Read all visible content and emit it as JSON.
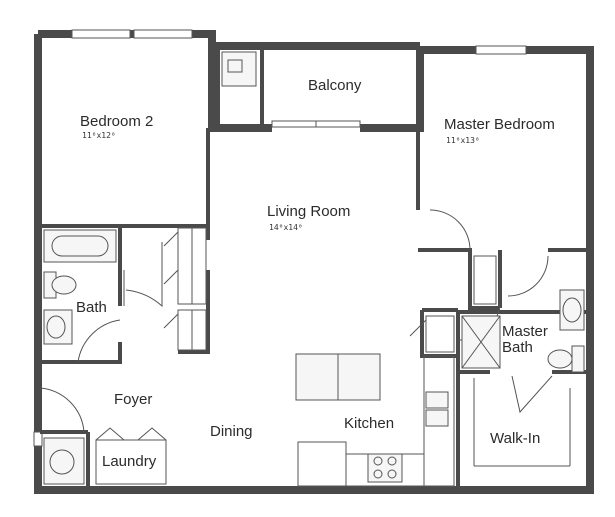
{
  "rooms": {
    "bedroom2": {
      "name": "Bedroom 2",
      "dims": "11⁶x12⁸"
    },
    "balcony": {
      "name": "Balcony"
    },
    "master_bedroom": {
      "name": "Master Bedroom",
      "dims": "11⁰x13⁸"
    },
    "living_room": {
      "name": "Living Room",
      "dims": "14⁰x14⁰"
    },
    "bath": {
      "name": "Bath"
    },
    "master_bath": {
      "name_line1": "Master",
      "name_line2": "Bath"
    },
    "foyer": {
      "name": "Foyer"
    },
    "dining": {
      "name": "Dining"
    },
    "kitchen": {
      "name": "Kitchen"
    },
    "walk_in": {
      "name": "Walk-In"
    },
    "laundry": {
      "name": "Laundry"
    }
  }
}
